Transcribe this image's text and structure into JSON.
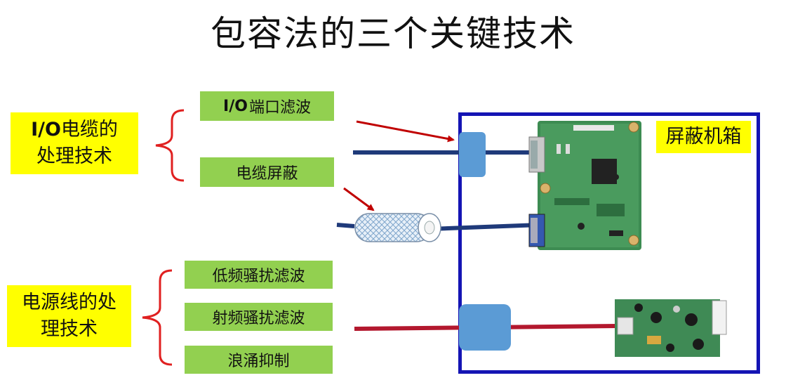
{
  "title": "包容法的三个关键技术",
  "groups": {
    "io_cable": {
      "label_bold": "I/O",
      "label_line1_rest": "电缆的",
      "label_line2": "处理技术"
    },
    "power_line": {
      "label_line1": "电源线的处",
      "label_line2": "理技术"
    }
  },
  "techniques": {
    "io_port_filter": {
      "bold": "I/O",
      "rest": "端口滤波"
    },
    "cable_shield": "电缆屏蔽",
    "low_freq_filter": "低频骚扰滤波",
    "rf_filter": "射频骚扰滤波",
    "surge_suppress": "浪涌抑制"
  },
  "enclosure_label": "屏蔽机箱",
  "colors": {
    "yellow": "#ffff00",
    "green": "#92d050",
    "enclosure_border": "#1414b4",
    "connector": "#5b9bd5",
    "signal_line": "#1f3a7a",
    "power_line": "#b3182e",
    "arrow": "#c00000",
    "brace": "#e02020"
  },
  "icons": [
    "red-brace-icon",
    "red-arrow-icon",
    "shielded-cable-icon",
    "pcb-board-icon",
    "power-board-icon"
  ]
}
